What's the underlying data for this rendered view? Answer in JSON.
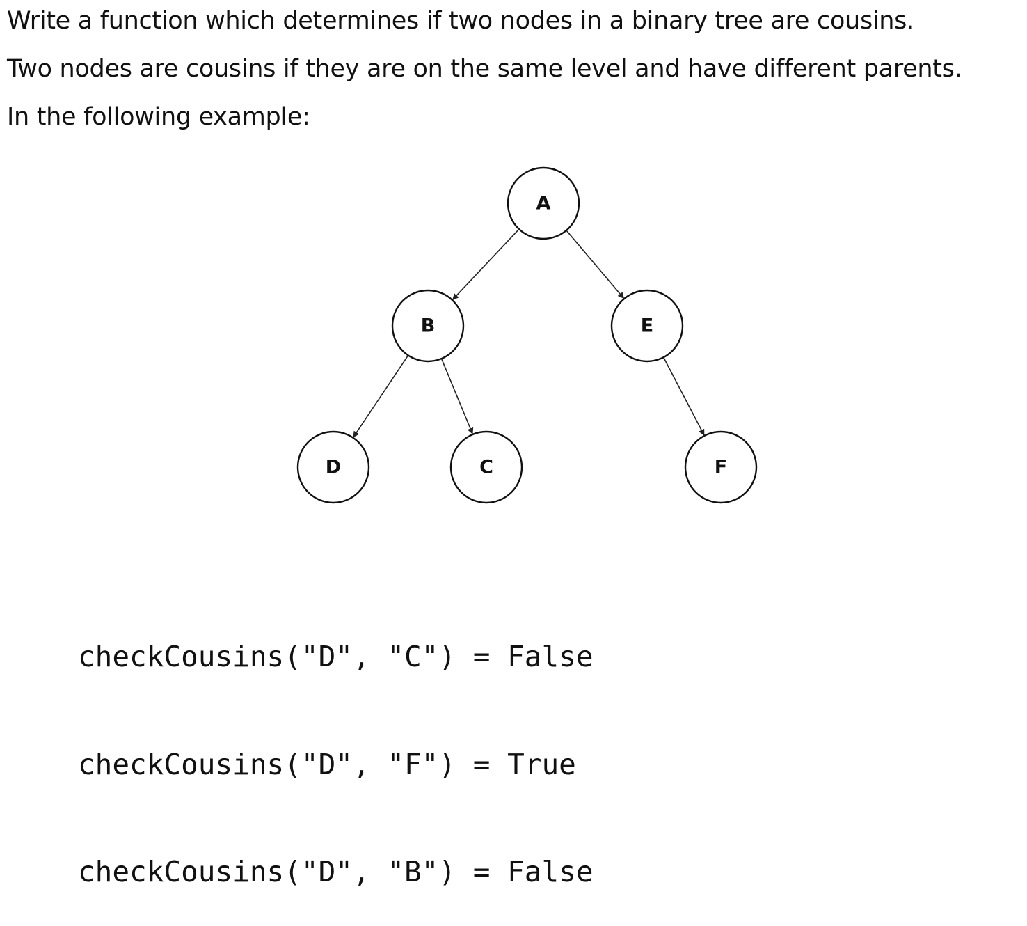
{
  "intro": {
    "line1_before": "Write a function which determines if two nodes in a binary tree are ",
    "line1_term": "cousins",
    "line1_after": ".",
    "line2": "Two nodes are cousins if they are on the same level and have different parents.",
    "line3": "In the following example:"
  },
  "tree": {
    "nodes": [
      {
        "id": "A",
        "label": "A"
      },
      {
        "id": "B",
        "label": "B"
      },
      {
        "id": "E",
        "label": "E"
      },
      {
        "id": "D",
        "label": "D"
      },
      {
        "id": "C",
        "label": "C"
      },
      {
        "id": "F",
        "label": "F"
      }
    ],
    "edges": [
      {
        "from": "A",
        "to": "B"
      },
      {
        "from": "A",
        "to": "E"
      },
      {
        "from": "B",
        "to": "D"
      },
      {
        "from": "B",
        "to": "C"
      },
      {
        "from": "E",
        "to": "F"
      }
    ]
  },
  "examples": [
    "checkCousins(\"D\", \"C\") = False",
    "checkCousins(\"D\", \"F\") = True",
    "checkCousins(\"D\", \"B\") = False"
  ]
}
